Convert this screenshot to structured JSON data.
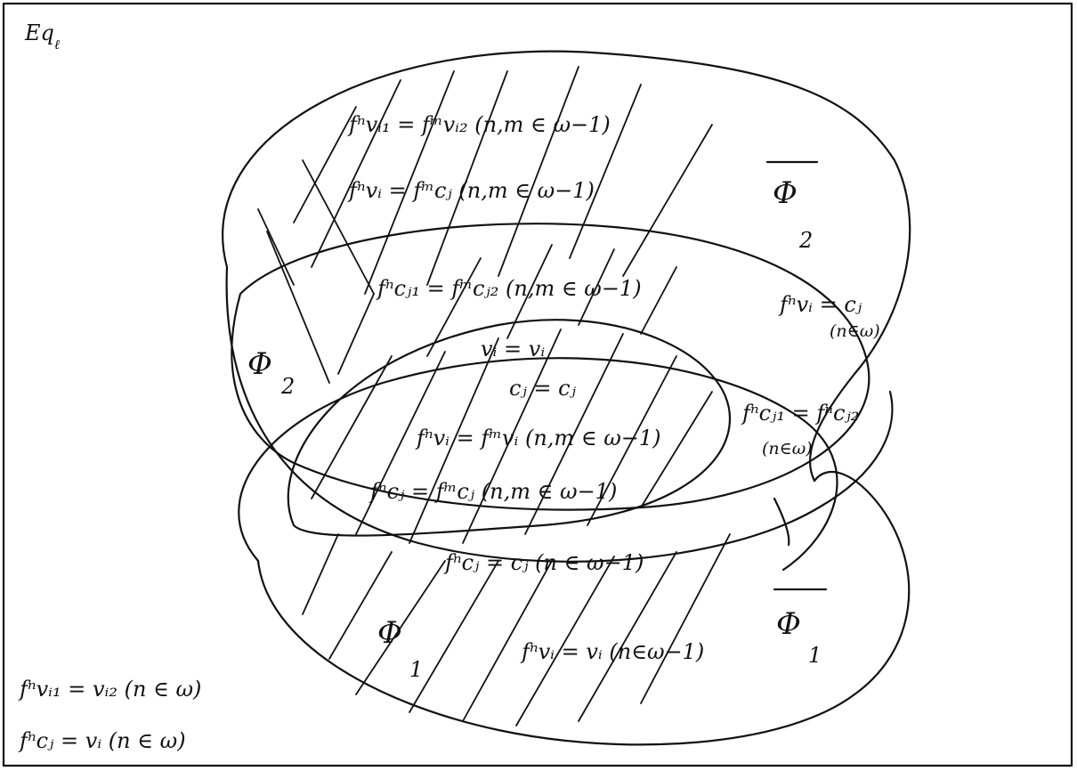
{
  "frame_label": {
    "main": "Eq",
    "sub": "ℓ"
  },
  "regions": {
    "phi_bar_2": {
      "main": "Φ",
      "sub": "2",
      "overline": true
    },
    "phi_2": {
      "main": "Φ",
      "sub": "2",
      "overline": false
    },
    "phi_1": {
      "main": "Φ",
      "sub": "1",
      "overline": false
    },
    "phi_bar_1": {
      "main": "Φ",
      "sub": "1",
      "overline": true
    }
  },
  "equations": [
    {
      "id": "eq-vi1-vi2-nm",
      "text": "fⁿvᵢ₁ = fᵐvᵢ₂  (n,m ∈ ω−1)"
    },
    {
      "id": "eq-vi-cj-nm",
      "text": "fⁿvᵢ = fᵐcⱼ  (n,m ∈ ω−1)"
    },
    {
      "id": "eq-cj1-cj2-nm",
      "text": "fⁿcⱼ₁ = fᵐcⱼ₂  (n,m ∈ ω−1)"
    },
    {
      "id": "eq-vi-cj-n",
      "text": "fⁿvᵢ = cⱼ"
    },
    {
      "id": "eq-vi-cj-n-cond",
      "text": "(n∈ω)"
    },
    {
      "id": "eq-vi-vi",
      "text": "vᵢ = vᵢ"
    },
    {
      "id": "eq-cj-cj",
      "text": "cⱼ = cⱼ"
    },
    {
      "id": "eq-vi-vi-nm",
      "text": "fⁿvᵢ = fᵐvᵢ  (n,m ∈ ω−1)"
    },
    {
      "id": "eq-cj-cj-nm",
      "text": "fⁿcⱼ = fᵐcⱼ  (n,m ∈ ω−1)"
    },
    {
      "id": "eq-cj1-cj2-n",
      "text": "fⁿcⱼ₁ = fⁿcⱼ₂"
    },
    {
      "id": "eq-cj1-cj2-n-cond",
      "text": "(n∈ω)"
    },
    {
      "id": "eq-cj-cj-n",
      "text": "fⁿcⱼ = cⱼ  (n ∈ ω−1)"
    },
    {
      "id": "eq-vi-vi-n",
      "text": "fⁿvᵢ = vᵢ  (n∈ω−1)"
    },
    {
      "id": "eq-vi1-vi2-n",
      "text": "fⁿvᵢ₁ = vᵢ₂  (n ∈ ω)"
    },
    {
      "id": "eq-cj-vi-n",
      "text": "fⁿcⱼ = vᵢ  (n ∈ ω)"
    }
  ]
}
